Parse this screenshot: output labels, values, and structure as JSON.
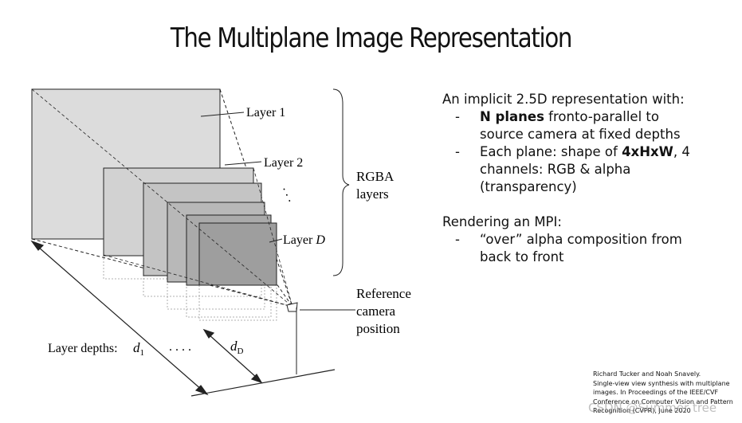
{
  "title": "The Multiplane Image Representation",
  "diagram": {
    "layer_labels": [
      "Layer 1",
      "Layer 2",
      "Layer"
    ],
    "layer_d": "D",
    "rgba": [
      "RGBA",
      "layers"
    ],
    "camera": [
      "Reference",
      "camera",
      "position"
    ],
    "depths_label": "Layer depths:",
    "d1": "d",
    "d1_sub": "1",
    "dots": ". . . .",
    "dD": "d",
    "dD_sub": "D",
    "vertical_dots": ". . ."
  },
  "text": {
    "intro": "An implicit 2.5D representation with:",
    "b1_bold": "N planes",
    "b1_rest": " fronto-parallel to source camera at fixed depths",
    "b2_pre": "Each plane: shape of ",
    "b2_bold": "4xHxW",
    "b2_rest": ", 4 channels: RGB & alpha (transparency)",
    "render_title": "Rendering an MPI:",
    "b3": "“over” alpha composition from back to front",
    "dash": "-"
  },
  "citation": [
    "Richard Tucker and Noah Snavely.",
    "Single-view view synthesis with multiplane",
    "images. In Proceedings of the IEEE/CVF",
    "Conference on Computer Vision and Pattern",
    "Recognition (CVPR), June 2020"
  ],
  "watermark": "CSDN @Summer tree"
}
